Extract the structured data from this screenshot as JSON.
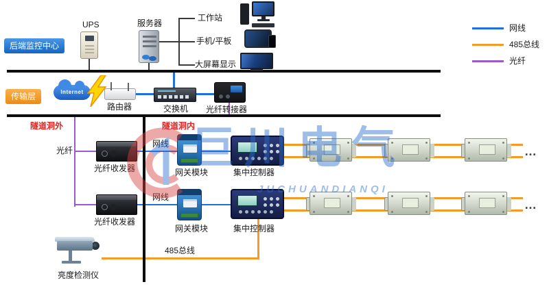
{
  "sections": {
    "backend": "后端监控中心",
    "transport": "传输层"
  },
  "backend": {
    "ups": "UPS",
    "server": "服务器",
    "workstation": "工作站",
    "phone_tablet": "手机/平板",
    "big_screen": "大屏幕显示"
  },
  "legend": {
    "items": [
      {
        "label": "网线",
        "color": "#1f6fe0"
      },
      {
        "label": "485总线",
        "color": "#f59a23"
      },
      {
        "label": "光纤",
        "color": "#9b59d0"
      }
    ]
  },
  "transport": {
    "internet": "Internet",
    "router": "路由器",
    "switch": "交换机",
    "fiber_adapter": "光纤转接器"
  },
  "tunnel": {
    "outside_label": "隧道洞外",
    "inside_label": "隧道洞内",
    "fiber_label": "光纤",
    "row1": {
      "ethernet": "网线",
      "transceiver": "光纤收发器",
      "gateway": "网关模块",
      "controller": "集中控制器",
      "more": "…"
    },
    "row2": {
      "ethernet": "网线",
      "transceiver": "光纤收发器",
      "gateway": "网关模块",
      "controller": "集中控制器",
      "more": "…"
    },
    "detector": "亮度检测仪",
    "rs485_label": "485总线"
  },
  "watermark": {
    "cn": "巨川电气",
    "en": "JUCHUANDIANQI"
  }
}
